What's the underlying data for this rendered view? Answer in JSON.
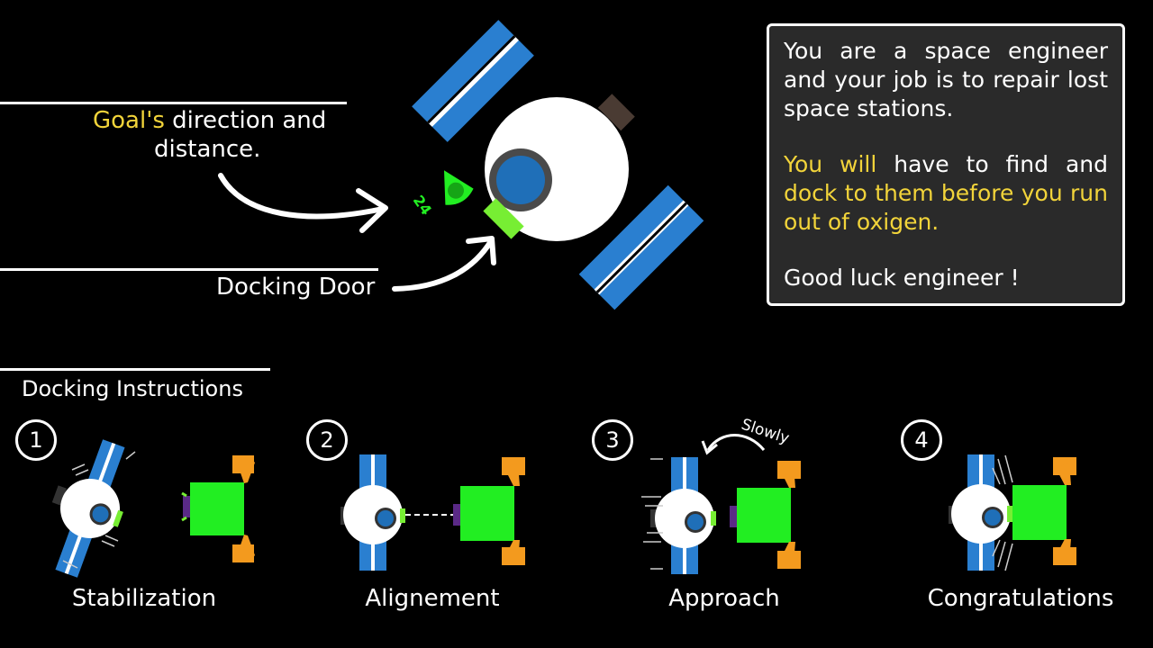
{
  "hud": {
    "goal_word": "Goal's",
    "goal_rest": " direction and",
    "goal_line2": "distance.",
    "distance_value": "24",
    "docking_door_label": "Docking Door"
  },
  "info_panel": {
    "intro": "You are a space engineer and your job is to repair lost space stations.",
    "task_highlight_1": "You will",
    "task_plain": " have to find and ",
    "task_highlight_2": "dock to them before you run out of oxigen.",
    "farewell": "Good luck engineer !"
  },
  "instructions": {
    "heading": "Docking Instructions",
    "steps": [
      {
        "number": "1",
        "label": "Stabilization"
      },
      {
        "number": "2",
        "label": "Alignement"
      },
      {
        "number": "3",
        "label": "Approach",
        "hint": "Slowly"
      },
      {
        "number": "4",
        "label": "Congratulations"
      }
    ]
  },
  "colors": {
    "background": "#000000",
    "panel_bg": "#2a2a2a",
    "highlight_yellow": "#f2d43a",
    "solar_blue": "#2a7fd0",
    "hull_white": "#ffffff",
    "porthole_blue": "#1f6fb8",
    "dock_green": "#22ee22",
    "door_green": "#77ee33",
    "dock_orange": "#f39a1e",
    "handle_brown": "#4a3b33"
  }
}
